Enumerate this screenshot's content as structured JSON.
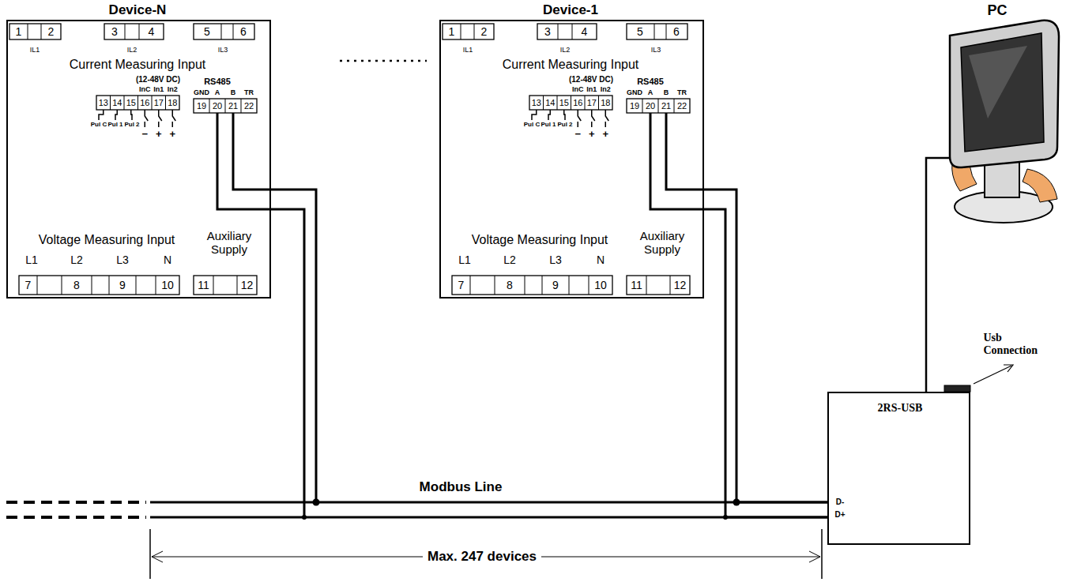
{
  "diagram": {
    "nodes": [
      {
        "text": [
          "Device-N"
        ]
      },
      {
        "text": [
          "Device-1"
        ]
      },
      {
        "text": [
          "PC"
        ]
      },
      {
        "text": [
          "2RS-USB",
          "D-",
          "D+"
        ]
      }
    ],
    "edges": [
      {
        "from": 0,
        "to": 3,
        "arrow": "none"
      },
      {
        "from": 1,
        "to": 3,
        "arrow": "none"
      },
      {
        "from": 3,
        "to": 2,
        "arrow": "none"
      }
    ],
    "labels": [
      "1",
      "2",
      "3",
      "4",
      "5",
      "6",
      "IL1",
      "IL2",
      "IL3",
      "Current Measuring Input",
      "(12-48V DC)",
      "InC",
      "In1",
      "In2",
      "13",
      "14",
      "15",
      "16",
      "17",
      "18",
      "Pul C",
      "Pul 1",
      "Pul 2",
      "−",
      "+",
      "+",
      "RS485",
      "GND",
      "A",
      "B",
      "TR",
      "19",
      "20",
      "21",
      "22",
      "Voltage Measuring Input",
      "Auxiliary Supply",
      "L1",
      "L2",
      "L3",
      "N",
      "7",
      "8",
      "9",
      "10",
      "11",
      "12",
      "1",
      "2",
      "3",
      "4",
      "5",
      "6",
      "IL1",
      "IL2",
      "IL3",
      "Current Measuring Input",
      "(12-48V DC)",
      "InC",
      "In1",
      "In2",
      "13",
      "14",
      "15",
      "16",
      "17",
      "18",
      "Pul C",
      "Pul 1",
      "Pul 2",
      "−",
      "+",
      "+",
      "RS485",
      "GND",
      "A",
      "B",
      "TR",
      "19",
      "20",
      "21",
      "22",
      "Voltage Measuring Input",
      "Auxiliary Supply",
      "L1",
      "L2",
      "L3",
      "N",
      "7",
      "8",
      "9",
      "10",
      "11",
      "12",
      "Modbus Line",
      "Usb Connection",
      "Max. 247 devices"
    ]
  }
}
